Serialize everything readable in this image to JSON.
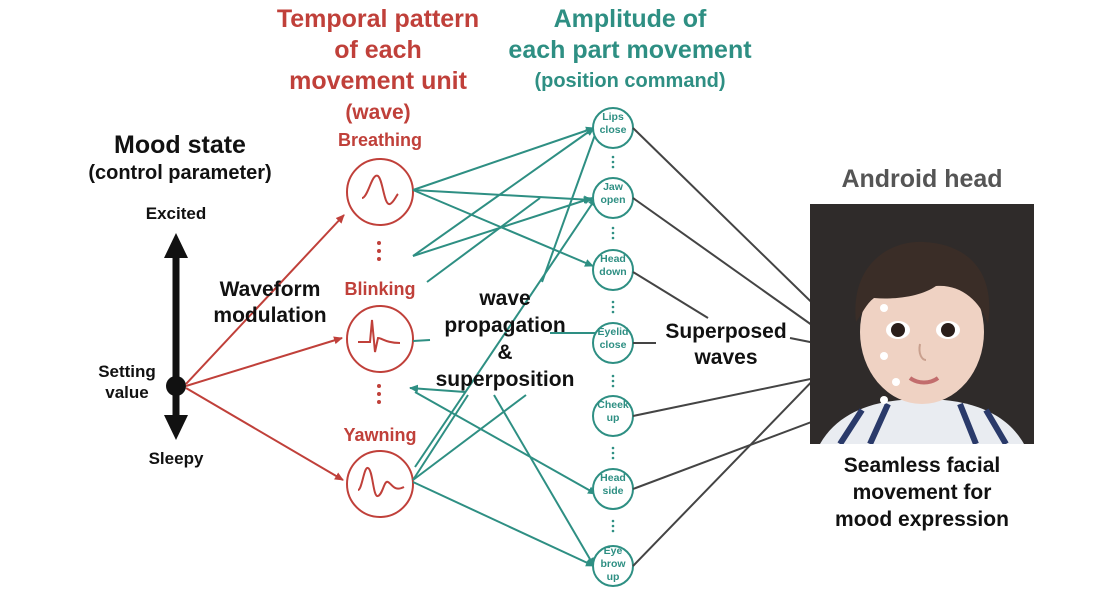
{
  "titles": {
    "temporal_l1": "Temporal pattern",
    "temporal_l2": "of each",
    "temporal_l3": "movement unit",
    "temporal_l4": "(wave)",
    "amplitude_l1": "Amplitude of",
    "amplitude_l2": "each part movement",
    "amplitude_l3": "(position command)",
    "mood_l1": "Mood state",
    "mood_l2": "(control parameter)",
    "android": "Android head"
  },
  "axis": {
    "top": "Excited",
    "bottom": "Sleepy",
    "setting_l1": "Setting",
    "setting_l2": "value"
  },
  "labels": {
    "waveform_l1": "Waveform",
    "waveform_l2": "modulation",
    "wave_l1": "wave",
    "wave_l2": "propagation",
    "wave_l3": "&",
    "wave_l4": "superposition",
    "superposed_l1": "Superposed",
    "superposed_l2": "waves",
    "seamless_l1": "Seamless facial",
    "seamless_l2": "movement for",
    "seamless_l3": "mood expression"
  },
  "units": [
    {
      "name": "Breathing",
      "wave": "breathing-wave"
    },
    {
      "name": "Blinking",
      "wave": "blinking-wave"
    },
    {
      "name": "Yawning",
      "wave": "yawning-wave"
    }
  ],
  "parts": [
    {
      "l1": "Lips",
      "l2": "close",
      "l3": ""
    },
    {
      "l1": "Jaw",
      "l2": "open",
      "l3": ""
    },
    {
      "l1": "Head",
      "l2": "down",
      "l3": ""
    },
    {
      "l1": "Eyelid",
      "l2": "close",
      "l3": ""
    },
    {
      "l1": "Cheek",
      "l2": "up",
      "l3": ""
    },
    {
      "l1": "Head",
      "l2": "side",
      "l3": ""
    },
    {
      "l1": "Eye",
      "l2": "brow",
      "l3": "up"
    }
  ],
  "colors": {
    "red": "#c0403a",
    "teal": "#2e8f83",
    "dark": "#111111",
    "line": "#444444"
  }
}
